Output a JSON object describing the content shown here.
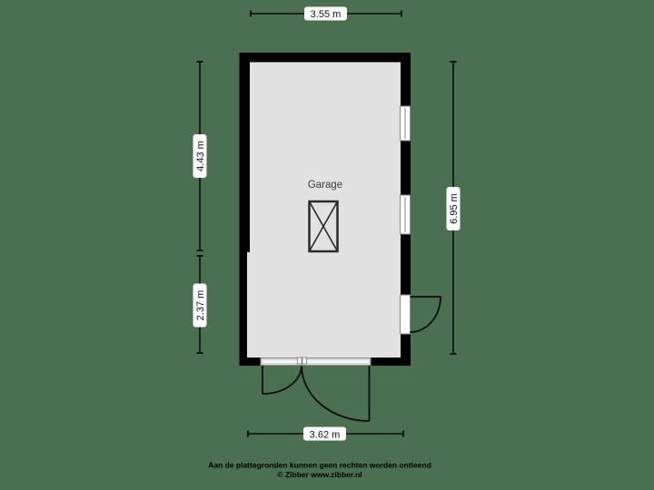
{
  "colors": {
    "background": "#4a7051",
    "floor": "#e1e1e1",
    "wall": "#000000",
    "label_bg": "#ffffff"
  },
  "plan": {
    "room_label": "Garage"
  },
  "dimensions": {
    "top": "3.55 m",
    "left_upper": "4.43 m",
    "left_lower": "2.37 m",
    "right": "6.95 m",
    "bottom": "3.62 m"
  },
  "footer": {
    "disclaimer": "Aan de plattegronden kunnen geen rechten worden ontleend",
    "credit": "© Zibber www.zibber.nl"
  }
}
